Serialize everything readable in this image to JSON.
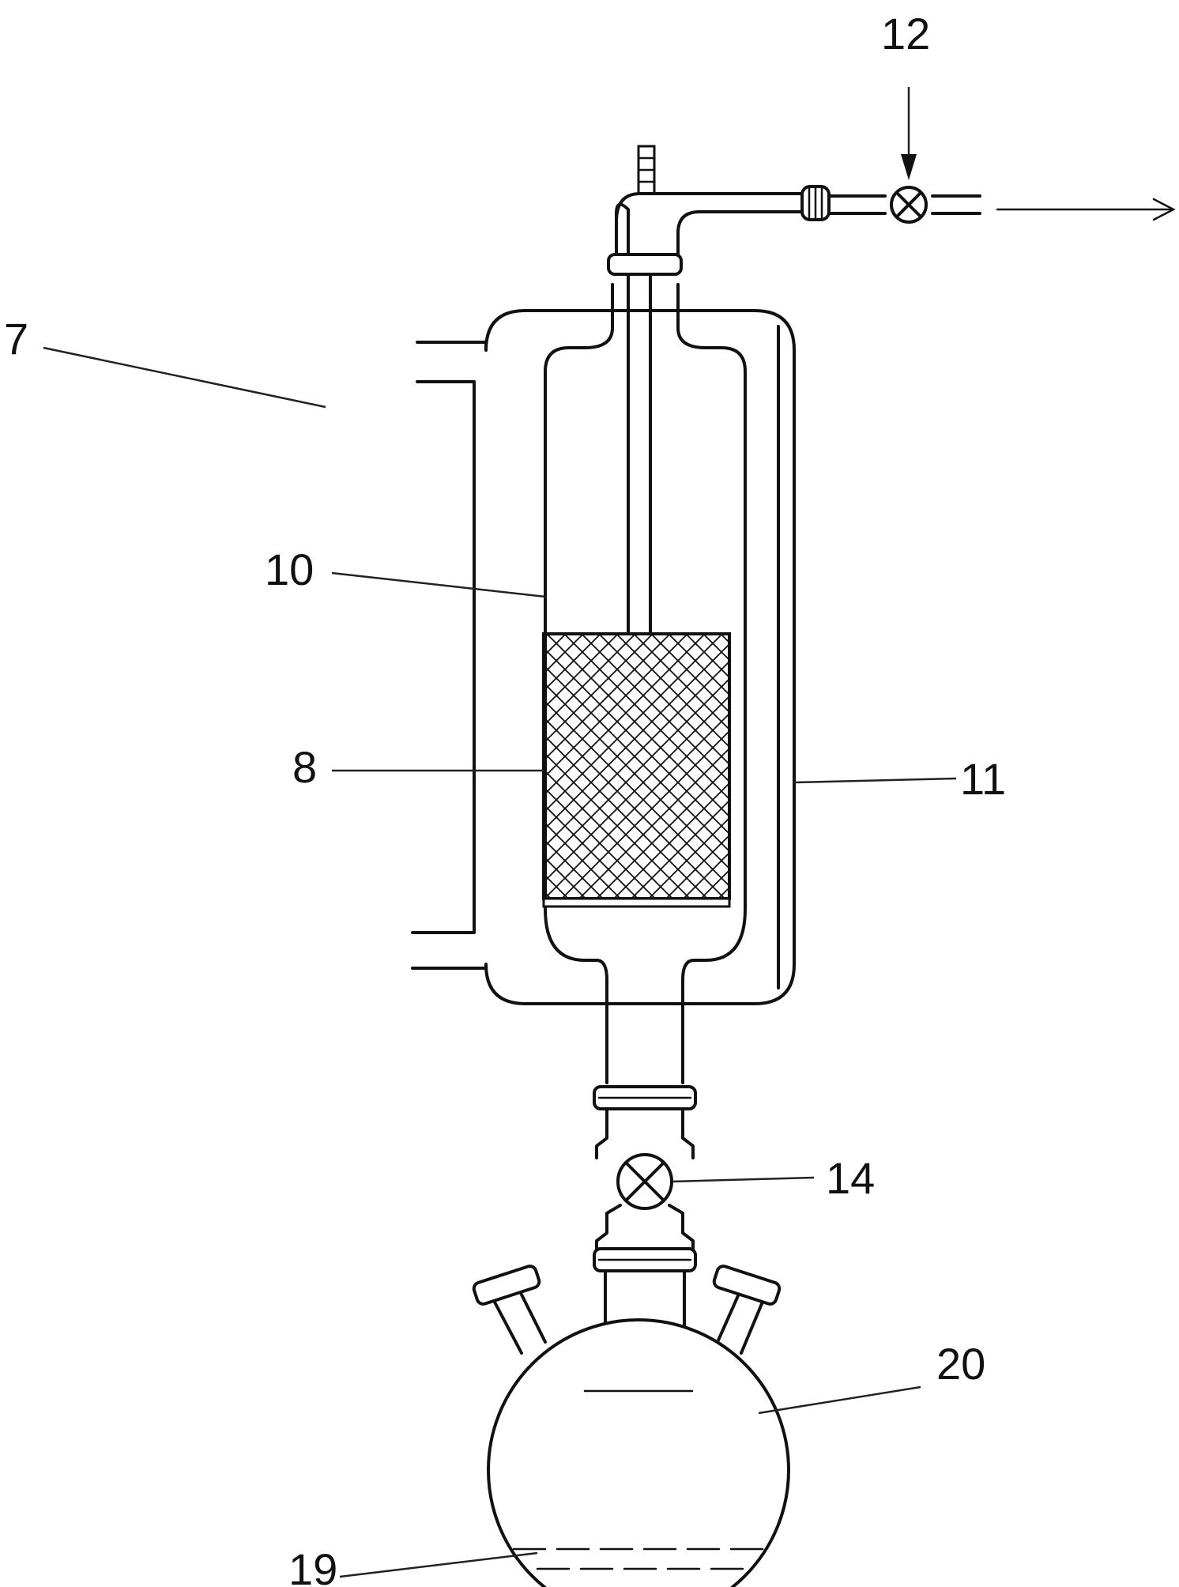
{
  "figure": {
    "labels": {
      "outlet_valve": "12",
      "jacket_port": "7",
      "inner_vessel": "10",
      "packed_bed": "8",
      "jacket": "11",
      "bottom_valve": "14",
      "flask": "20",
      "liquid": "19"
    }
  },
  "colors": {
    "line": "#111111",
    "background": "#ffffff"
  },
  "icons": {
    "outlet_valve": "crossed-circle-valve-icon",
    "bottom_valve": "crossed-circle-valve-icon",
    "flow_arrow": "right-arrow-icon"
  }
}
